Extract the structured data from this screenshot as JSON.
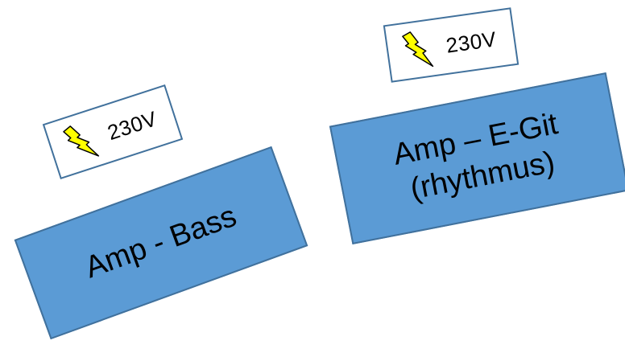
{
  "power_tags": [
    {
      "id": "bass",
      "voltage": "230V",
      "icon": "lightning-bolt-icon"
    },
    {
      "id": "egit",
      "voltage": "230V",
      "icon": "lightning-bolt-icon"
    }
  ],
  "amps": {
    "bass": {
      "label": "Amp - Bass"
    },
    "egit": {
      "line1": "Amp – E-Git",
      "line2": "(rhythmus)"
    }
  },
  "colors": {
    "box_fill": "#5b9bd5",
    "box_border": "#41719c",
    "bolt_fill": "#ffff00",
    "bolt_stroke": "#000000"
  }
}
